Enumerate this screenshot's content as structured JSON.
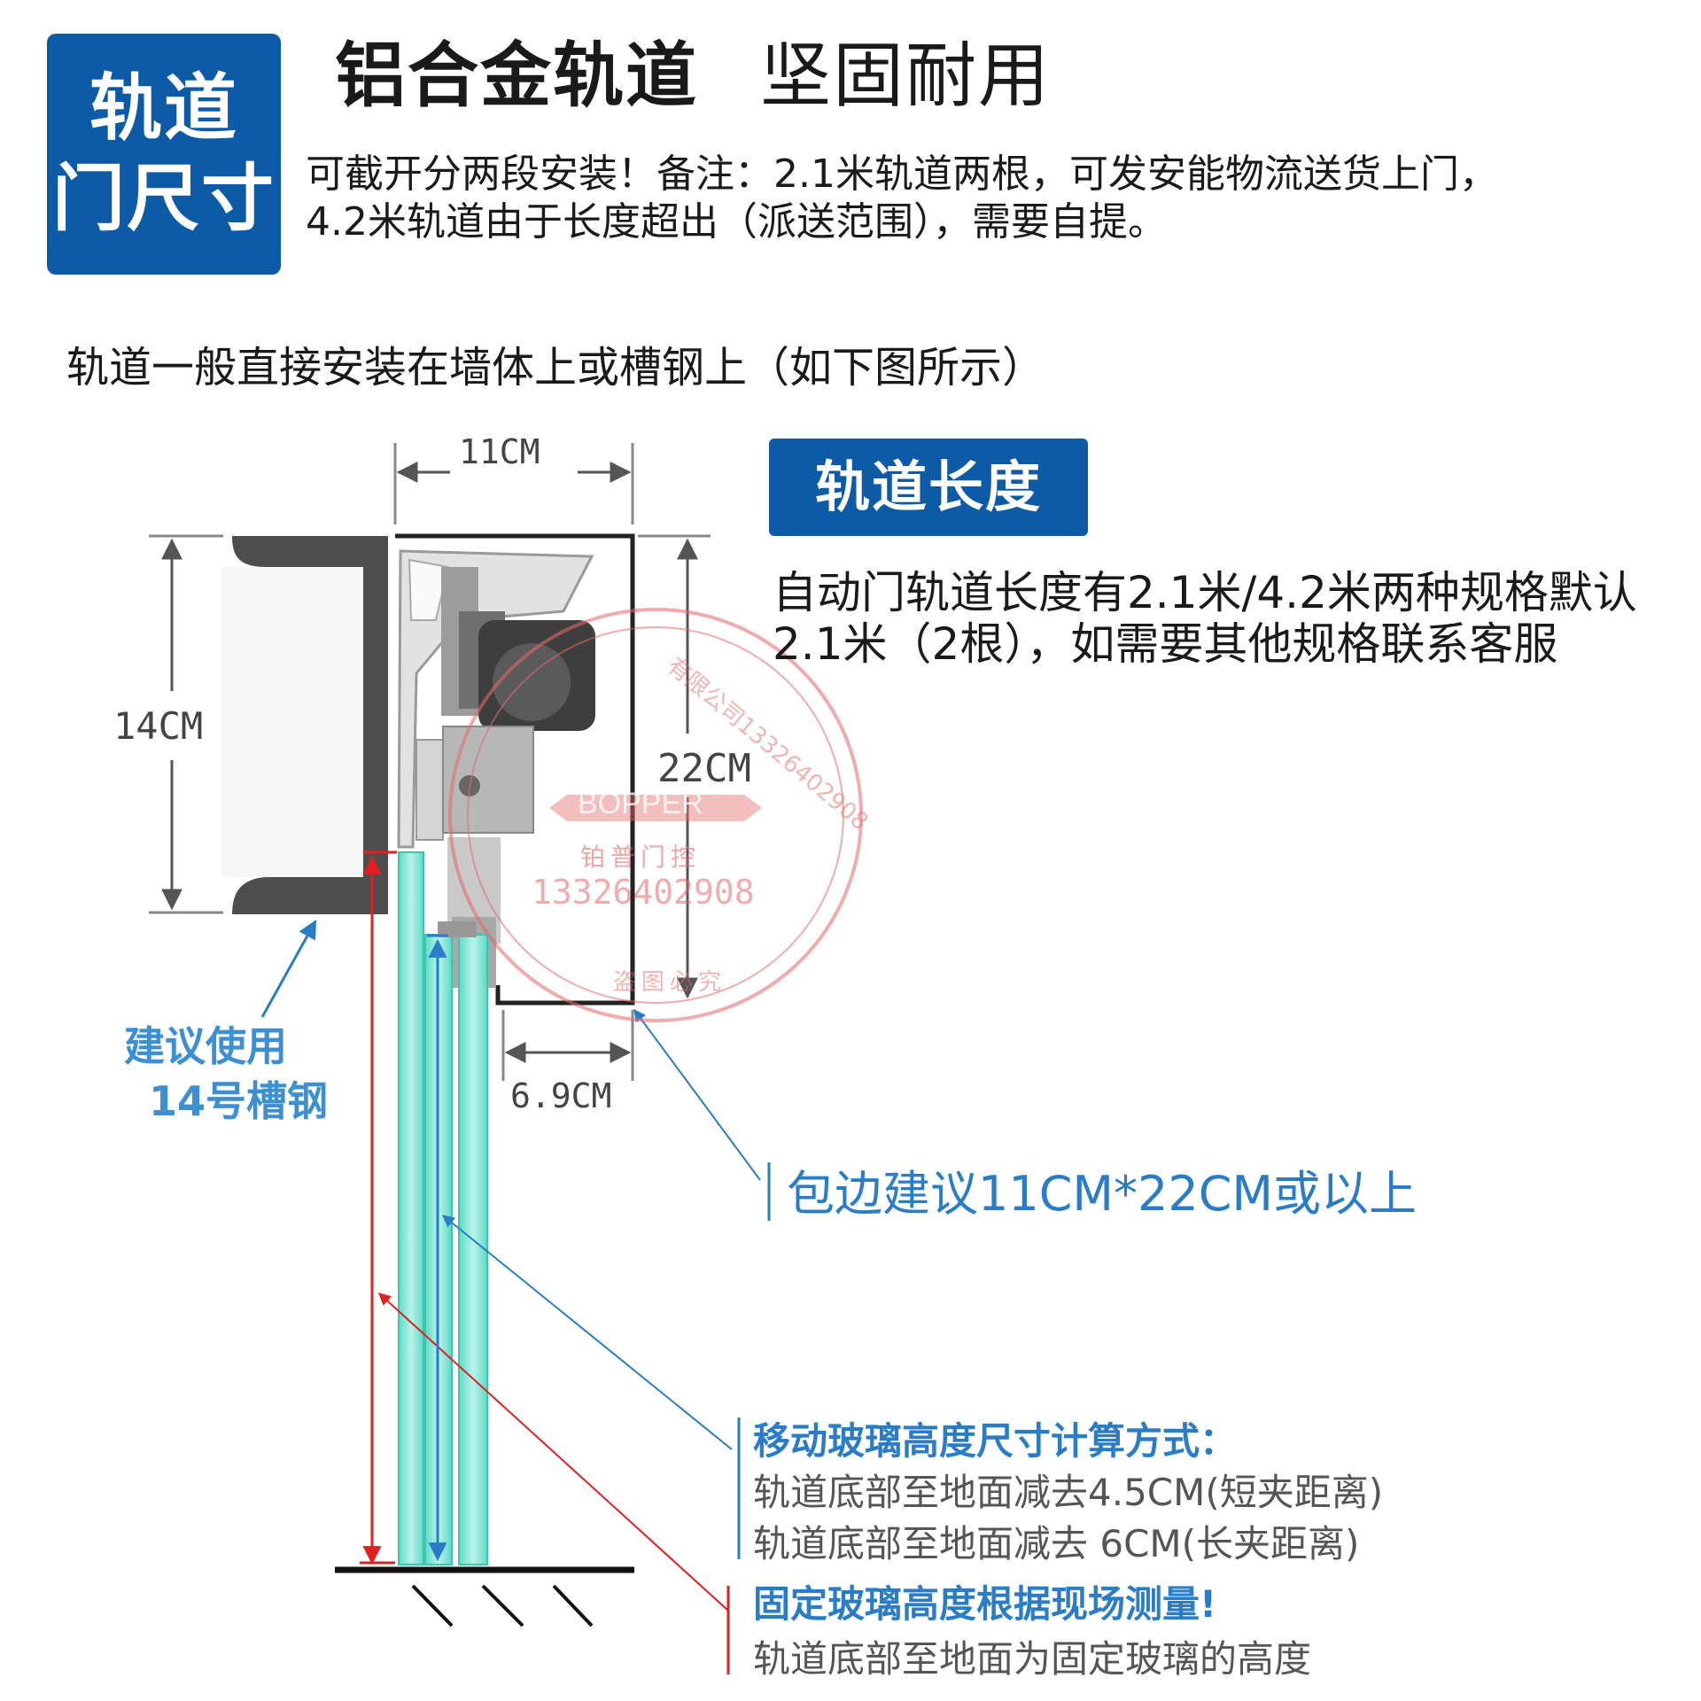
{
  "badge": {
    "line1": "轨道",
    "line2": "门尺寸"
  },
  "title": {
    "part1": "铝合金轨道",
    "part2": "坚固耐用"
  },
  "note": {
    "line1": "可截开分两段安装！备注：2.1米轨道两根，可发安能物流送货上门，",
    "line2": "4.2米轨道由于长度超出（派送范围），需要自提。"
  },
  "subtitle": "轨道一般直接安装在墙体上或槽钢上（如下图所示）",
  "length_section": {
    "badge": "轨道长度",
    "line1": "自动门轨道长度有2.1米/4.2米两种规格默认",
    "line2": "2.1米（2根），如需要其他规格联系客服"
  },
  "dimensions": {
    "width": "11CM",
    "channel_height": "14CM",
    "cover_height": "22CM",
    "gap": "6.9CM"
  },
  "channel_label": {
    "line1": "建议使用",
    "line2": "14号槽钢"
  },
  "cover_note": "包边建议11CM*22CM或以上",
  "moving_glass": {
    "heading": "移动玻璃高度尺寸计算方式：",
    "rule1": "轨道底部至地面减去4.5CM(短夹距离)",
    "rule2": "轨道底部至地面减去 6CM(长夹距离)"
  },
  "fixed_glass": {
    "heading": "固定玻璃高度根据现场测量!",
    "rule": "轨道底部至地面为固定玻璃的高度"
  },
  "watermark": {
    "brand": "BOPPER",
    "brand_cn": "铂普门控",
    "phone": "13326402908",
    "ring_text": "有限公司13326402908",
    "bottom": "盗图必究"
  },
  "colors": {
    "brand_blue": "#0d5aa7",
    "label_blue": "#2a7cc7",
    "arrow_red": "#e02020",
    "glass": "#7fe6d6"
  }
}
